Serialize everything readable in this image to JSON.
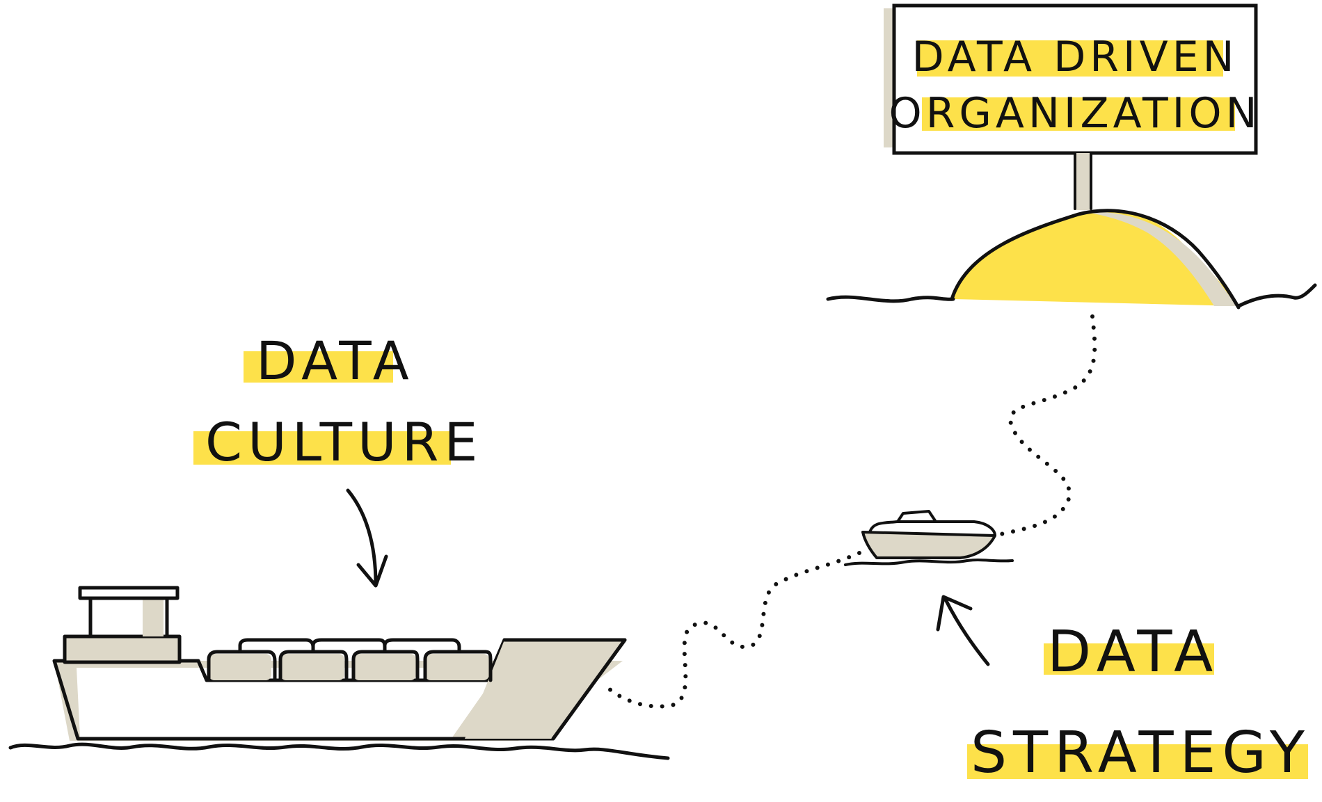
{
  "sign": {
    "line1": "DATA DRIVEN",
    "line2": "ORGANIZATION"
  },
  "labels": {
    "culture_line1": "DATA",
    "culture_line2": "CULTURE",
    "strategy_line1": "DATA",
    "strategy_line2": "STRATEGY"
  },
  "colors": {
    "highlight": "#fde14a",
    "shade": "#ddd8c8",
    "ink": "#111111",
    "background": "#ffffff"
  }
}
